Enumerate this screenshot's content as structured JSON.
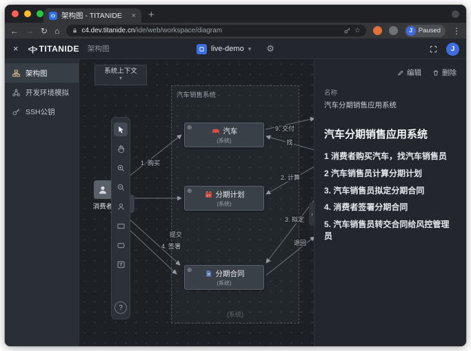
{
  "browser": {
    "tab_title": "架构图 - TITANIDE",
    "new_tab_label": "+",
    "url_domain": "c4.dev.titanide.cn",
    "url_path": "/ide/web/workspace/diagram",
    "profile_initial": "J",
    "profile_status": "Paused"
  },
  "icons": {
    "back": "←",
    "forward": "→",
    "reload": "↻",
    "home": "⌂",
    "star": "☆",
    "menu": "⋮",
    "close_tab": "×",
    "close_app": "×",
    "chevron_down": "▾",
    "gear": "⚙",
    "drill": "⊕",
    "panel_collapse": "›",
    "help": "?"
  },
  "app_header": {
    "logo_mark": "<|>",
    "logo_text": "TITANIDE",
    "doc_type": "架构图",
    "workspace_name": "live-demo",
    "avatar_initial": "J"
  },
  "sidebar": {
    "items": [
      {
        "label": "架构图"
      },
      {
        "label": "开发环境模拟"
      },
      {
        "label": "SSH公钥"
      }
    ]
  },
  "canvas": {
    "context_label": "系统上下文",
    "boundary_title": "汽车销售系统",
    "boundary_type": "(系统)",
    "consumer_label": "消费者",
    "nodes": [
      {
        "label": "汽车",
        "type": "(系统)"
      },
      {
        "label": "分期计划",
        "type": "(系统)"
      },
      {
        "label": "分期合同",
        "type": "(系统)"
      }
    ],
    "edges": [
      {
        "label": "1. 购买"
      },
      {
        "label": "提交"
      },
      {
        "label": "4. 签署"
      },
      {
        "label": "9. 交付"
      },
      {
        "label": "找"
      },
      {
        "label": "2. 计算"
      },
      {
        "label": "3. 拟定"
      },
      {
        "label": "退回"
      }
    ]
  },
  "inspector": {
    "edit_label": "编辑",
    "delete_label": "删除",
    "name_label": "名称",
    "name_value": "汽车分期销售应用系统",
    "title": "汽车分期销售应用系统",
    "steps": [
      "1 消费者购买汽车，找汽车销售员",
      "2 汽车销售员计算分期计划",
      "3. 汽车销售员拟定分期合同",
      "4. 消费者签署分期合同",
      "5. 汽车销售员转交合同给风控管理员"
    ]
  }
}
